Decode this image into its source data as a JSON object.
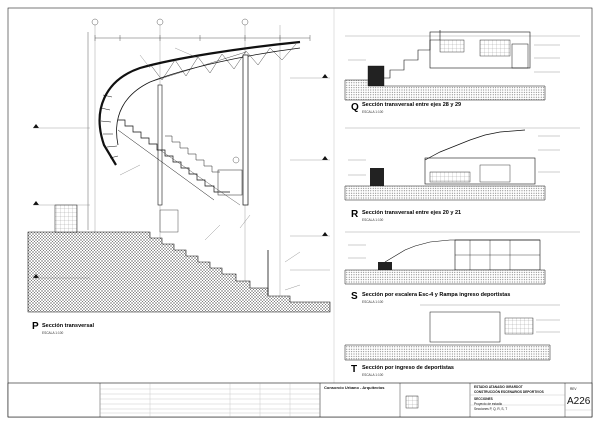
{
  "sections": [
    {
      "letter": "P",
      "title": "Sección transversal",
      "scale": "ESCALA 1:100"
    },
    {
      "letter": "Q",
      "title": "Sección transversal entre ejes 28 y 29",
      "scale": "ESCALA 1:100"
    },
    {
      "letter": "R",
      "title": "Sección transversal entre ejes 20 y 21",
      "scale": "ESCALA 1:100"
    },
    {
      "letter": "S",
      "title": "Sección por escalera Esc-4 y Rampa ingreso deportistas",
      "scale": "ESCALA 1:100"
    },
    {
      "letter": "T",
      "title": "Sección por ingreso de deportistas",
      "scale": "ESCALA 1:100"
    }
  ],
  "title_block": {
    "studio": "Consorcio Urbano - Arquitectos",
    "project_line_1": "ESTADIO ATANASIO GIRARDOT",
    "project_line_2": "CONSTRUCCIÓN ESCENARIOS DEPORTIVOS",
    "sheet_label_1": "SECCIONES",
    "sheet_label_2": "Proyecto de estadio",
    "sheet_label_3": "Secciones P, Q, R, S, T",
    "sheet_code": "A226",
    "revision": "REV"
  }
}
